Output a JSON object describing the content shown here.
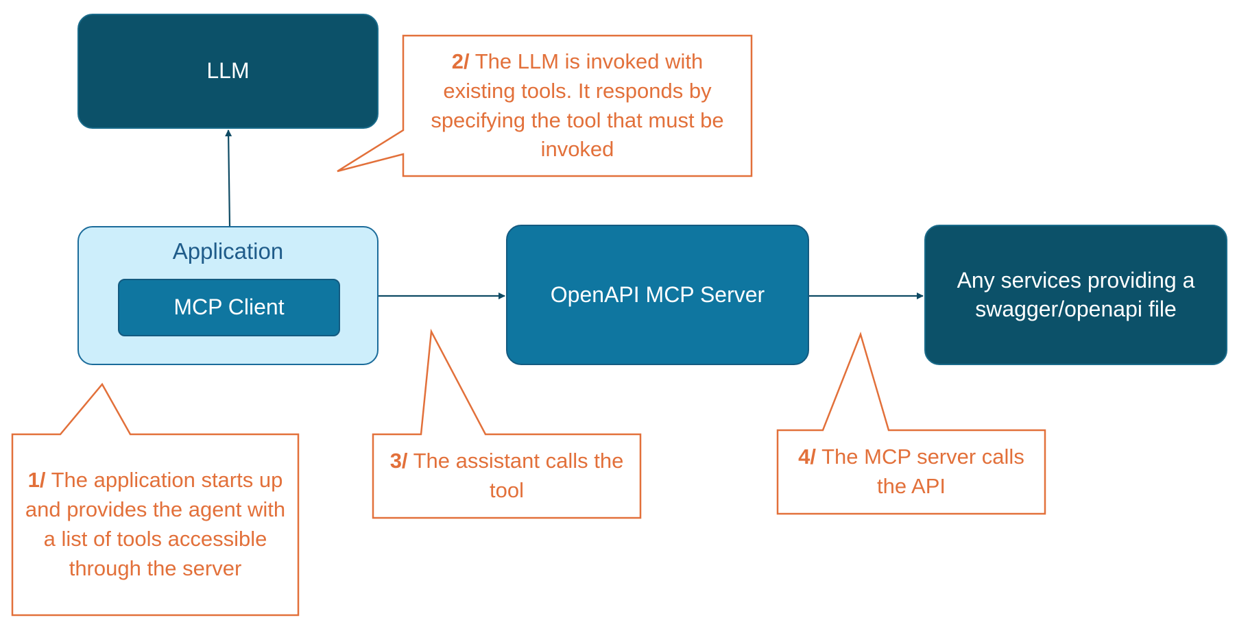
{
  "nodes": {
    "llm": "LLM",
    "application": "Application",
    "mcp_client": "MCP Client",
    "server": "OpenAPI MCP Server",
    "services": "Any services providing a swagger/openapi file"
  },
  "callouts": [
    {
      "num": "1/",
      "text": "The application starts up and provides the agent with a list of tools accessible through the server"
    },
    {
      "num": "2/",
      "text": "The LLM is invoked with existing tools. It responds by specifying the tool that must be invoked"
    },
    {
      "num": "3/",
      "text": "The assistant calls the tool"
    },
    {
      "num": "4/",
      "text": "The MCP server calls the API"
    }
  ],
  "colors": {
    "dark_node": "#0c5169",
    "mid_node": "#0f76a0",
    "light_node": "#cdeefb",
    "callout": "#e2703a",
    "arrow": "#0e4a63"
  }
}
